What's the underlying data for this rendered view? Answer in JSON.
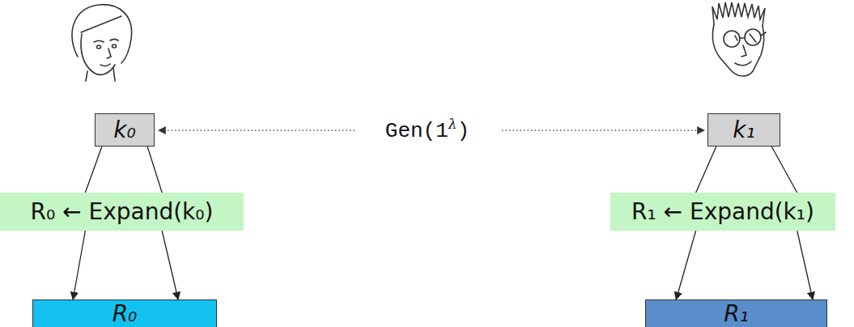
{
  "diagram": {
    "nodes": [
      {
        "text": [
          "k₀"
        ]
      },
      {
        "text": [
          "k₁"
        ]
      },
      {
        "text": [
          "R₀ ← Expand(k₀)"
        ]
      },
      {
        "text": [
          "R₁ ← Expand(k₁)"
        ]
      },
      {
        "text": [
          "R₀"
        ]
      },
      {
        "text": [
          "R₁"
        ]
      }
    ],
    "edges": [
      {
        "from": 0,
        "to": 2,
        "arrow": "none"
      },
      {
        "from": 0,
        "to": 2,
        "arrow": "none"
      },
      {
        "from": 2,
        "to": 4,
        "arrow": "to"
      },
      {
        "from": 2,
        "to": 4,
        "arrow": "to"
      },
      {
        "from": 1,
        "to": 3,
        "arrow": "none"
      },
      {
        "from": 1,
        "to": 3,
        "arrow": "none"
      },
      {
        "from": 3,
        "to": 5,
        "arrow": "to"
      },
      {
        "from": 3,
        "to": 5,
        "arrow": "to"
      }
    ],
    "labels": [
      "Gen(1",
      "λ",
      ")"
    ]
  }
}
